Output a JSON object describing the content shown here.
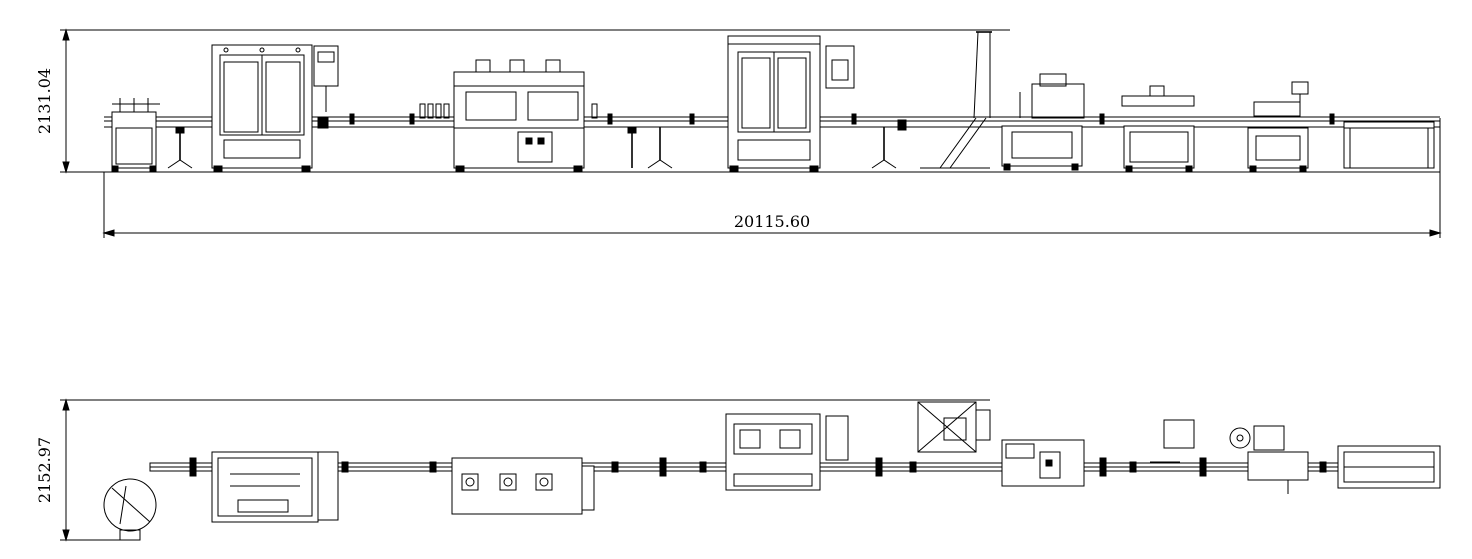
{
  "front_view": {
    "height_dimension": "2131.04",
    "length_dimension": "20115.60"
  },
  "top_view": {
    "height_dimension": "2152.97"
  }
}
